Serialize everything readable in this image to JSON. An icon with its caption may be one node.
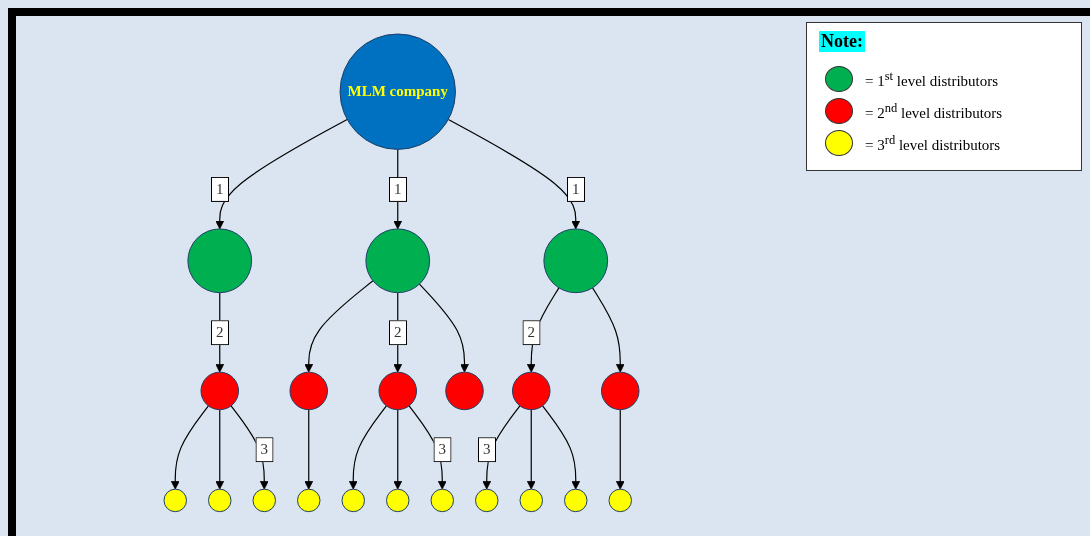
{
  "diagram": {
    "nodes": [
      {
        "text": [
          "MLM company"
        ]
      },
      {
        "text": [],
        "shape": "circle"
      },
      {
        "text": [],
        "shape": "circle"
      },
      {
        "text": [],
        "shape": "circle"
      },
      {
        "text": [],
        "shape": "circle"
      },
      {
        "text": [],
        "shape": "circle"
      },
      {
        "text": [],
        "shape": "circle"
      },
      {
        "text": [],
        "shape": "circle"
      },
      {
        "text": [],
        "shape": "circle"
      },
      {
        "text": [],
        "shape": "circle"
      },
      {
        "text": [],
        "shape": "circle"
      },
      {
        "text": [],
        "shape": "circle"
      },
      {
        "text": [],
        "shape": "circle"
      },
      {
        "text": [],
        "shape": "circle"
      },
      {
        "text": [],
        "shape": "circle"
      },
      {
        "text": [],
        "shape": "circle"
      },
      {
        "text": [],
        "shape": "circle"
      },
      {
        "text": [],
        "shape": "circle"
      },
      {
        "text": [],
        "shape": "circle"
      },
      {
        "text": [],
        "shape": "circle"
      },
      {
        "text": [],
        "shape": "circle"
      }
    ],
    "edges": [
      {
        "from": 0,
        "to": 1,
        "arrow": "to",
        "label": "1"
      },
      {
        "from": 0,
        "to": 2,
        "arrow": "to",
        "label": "1"
      },
      {
        "from": 0,
        "to": 3,
        "arrow": "to",
        "label": "1"
      },
      {
        "from": 1,
        "to": 4,
        "arrow": "to",
        "label": "2"
      },
      {
        "from": 2,
        "to": 5,
        "arrow": "to"
      },
      {
        "from": 2,
        "to": 6,
        "arrow": "to",
        "label": "2"
      },
      {
        "from": 2,
        "to": 7,
        "arrow": "to"
      },
      {
        "from": 3,
        "to": 8,
        "arrow": "to",
        "label": "2"
      },
      {
        "from": 3,
        "to": 9,
        "arrow": "to"
      },
      {
        "from": 4,
        "to": 10,
        "arrow": "to"
      },
      {
        "from": 4,
        "to": 11,
        "arrow": "to"
      },
      {
        "from": 4,
        "to": 12,
        "arrow": "to",
        "label": "3"
      },
      {
        "from": 5,
        "to": 13,
        "arrow": "to"
      },
      {
        "from": 6,
        "to": 14,
        "arrow": "to"
      },
      {
        "from": 6,
        "to": 15,
        "arrow": "to"
      },
      {
        "from": 6,
        "to": 16,
        "arrow": "to",
        "label": "3"
      },
      {
        "from": 8,
        "to": 17,
        "arrow": "to",
        "label": "3"
      },
      {
        "from": 8,
        "to": 18,
        "arrow": "to"
      },
      {
        "from": 8,
        "to": 19,
        "arrow": "to"
      },
      {
        "from": 9,
        "to": 20,
        "arrow": "to"
      }
    ],
    "labels": [
      "Note:"
    ],
    "legend": [
      {
        "text": "= 1$^{st}$ level distributors",
        "color": "#00b050"
      },
      {
        "text": "= 2$^{nd}$ level distributors",
        "color": "#ff0000"
      },
      {
        "text": "= 3$^{rd}$ level distributors",
        "color": "#ffff00"
      }
    ]
  }
}
